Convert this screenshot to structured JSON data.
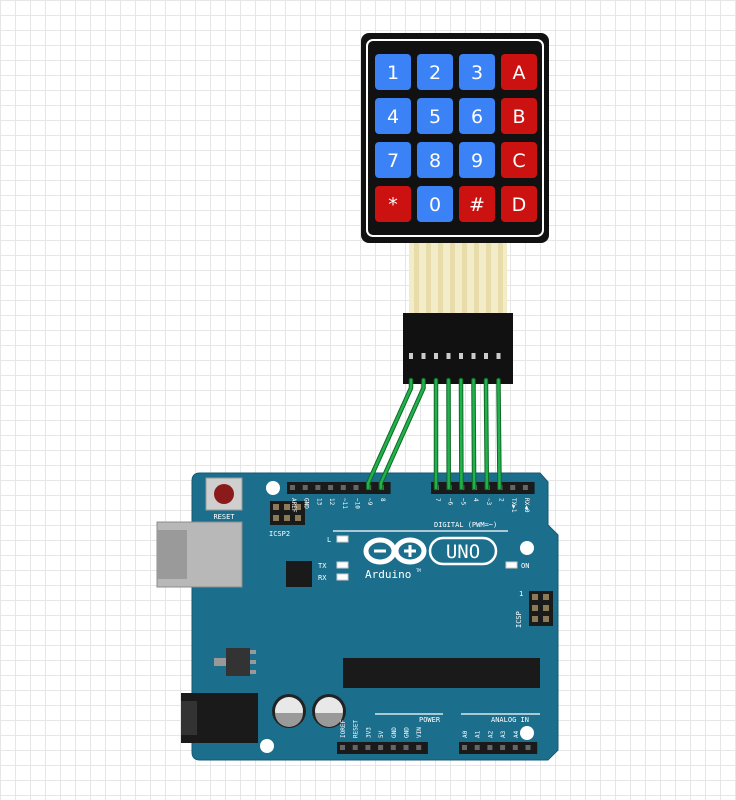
{
  "keypad": {
    "keys": [
      {
        "label": "1",
        "color": "#3b82f6"
      },
      {
        "label": "2",
        "color": "#3b82f6"
      },
      {
        "label": "3",
        "color": "#3b82f6"
      },
      {
        "label": "A",
        "color": "#cc1111"
      },
      {
        "label": "4",
        "color": "#3b82f6"
      },
      {
        "label": "5",
        "color": "#3b82f6"
      },
      {
        "label": "6",
        "color": "#3b82f6"
      },
      {
        "label": "B",
        "color": "#cc1111"
      },
      {
        "label": "7",
        "color": "#3b82f6"
      },
      {
        "label": "8",
        "color": "#3b82f6"
      },
      {
        "label": "9",
        "color": "#3b82f6"
      },
      {
        "label": "C",
        "color": "#cc1111"
      },
      {
        "label": "*",
        "color": "#cc1111"
      },
      {
        "label": "0",
        "color": "#3b82f6"
      },
      {
        "label": "#",
        "color": "#cc1111"
      },
      {
        "label": "D",
        "color": "#cc1111"
      }
    ]
  },
  "board": {
    "logo_text": "Arduino",
    "tm": "TM",
    "model": "UNO",
    "reset_label": "RESET",
    "icsp2_label": "ICSP2",
    "icsp_label": "ICSP",
    "icsp_pin1": "1",
    "led_l": "L",
    "led_tx": "TX",
    "led_rx": "RX",
    "led_on": "ON",
    "digital_label": "DIGITAL (PWM=~)",
    "power_label": "POWER",
    "analog_label": "ANALOG IN",
    "top_pins_left": [
      "AREF",
      "GND",
      "13",
      "12",
      "~11",
      "~10",
      "~9",
      "8"
    ],
    "top_pins_right": [
      "7",
      "~6",
      "~5",
      "4",
      "~3",
      "2",
      "TX▶1",
      "RX◀0"
    ],
    "power_pins": [
      "IOREF",
      "RESET",
      "3V3",
      "5V",
      "GND",
      "GND",
      "VIN"
    ],
    "analog_pins": [
      "A0",
      "A1",
      "A2",
      "A3",
      "A4",
      "A5"
    ]
  },
  "colors": {
    "board": "#1b6f8c",
    "board_dark": "#145a72",
    "wire": "#22b14c",
    "keypad_frame": "#111111",
    "ribbon": "#e8dcaa"
  }
}
